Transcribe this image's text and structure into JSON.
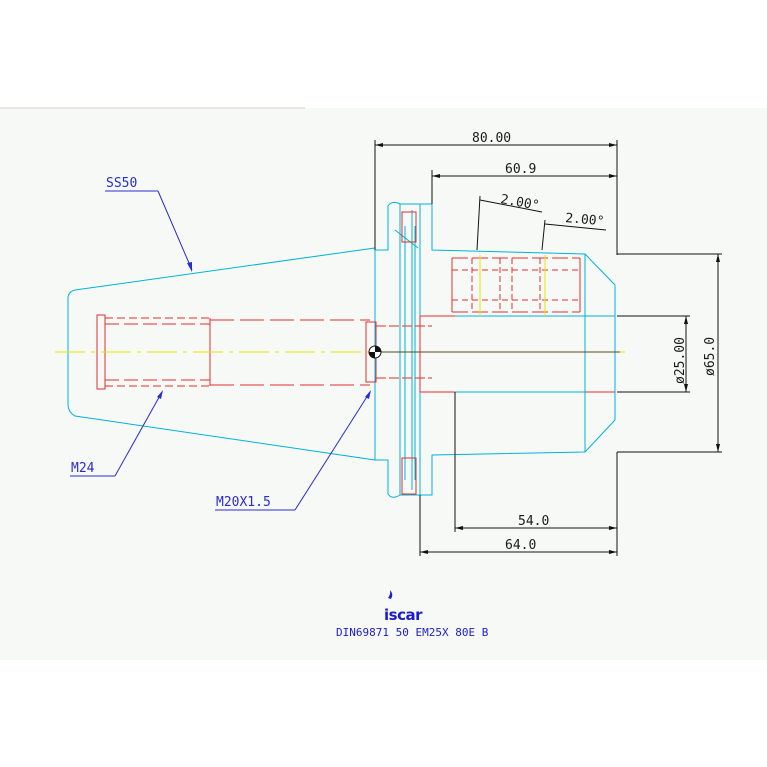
{
  "dimensions": {
    "overall_length": "80.00",
    "flange_to_end": "60.9",
    "angle_1": "2.00°",
    "angle_2": "2.00°",
    "bore_diameter": "ø25.00",
    "outer_diameter": "ø65.0",
    "length_54": "54.0",
    "length_64": "64.0"
  },
  "callouts": {
    "taper": "SS50",
    "rear_thread": "M24",
    "inner_thread": "M20X1.5"
  },
  "footer": {
    "logo": "iscar",
    "caption": "DIN69871 50 EM25X 80E B"
  },
  "colors": {
    "outline": "#00b4d8",
    "hidden": "#e03030",
    "centerline": "#e6e600",
    "dimension": "#111111",
    "label": "#2b2bd0"
  }
}
